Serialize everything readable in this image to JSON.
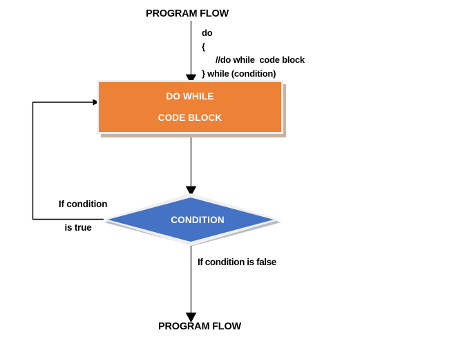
{
  "diagram": {
    "title": "do while loop program flow",
    "colors": {
      "process_fill": "#ED8136",
      "process_frame": "#F2EFED",
      "process_shadow": "#C9B2A2",
      "decision_fill": "#4472C4",
      "decision_frame": "#EFEFEF",
      "decision_shadow": "#B9BCC4",
      "connector_gray": "#808080",
      "arrowhead_black": "#000000",
      "text_black": "#000000",
      "text_white": "#FFFFFF"
    },
    "labels": {
      "program_flow_top": "PROGRAM FLOW",
      "program_flow_bottom": "PROGRAM FLOW",
      "condition_true": "If condition",
      "condition_true_line2": "is true",
      "condition_false": "If condition is false"
    },
    "code_snippet": {
      "lines": [
        "do",
        "{",
        "//do while  code block",
        "} while (condition)"
      ]
    },
    "nodes": {
      "process": {
        "line1": "DO WHILE",
        "line2": "CODE BLOCK",
        "shape": "rectangle"
      },
      "decision": {
        "label": "CONDITION",
        "shape": "diamond"
      }
    }
  }
}
